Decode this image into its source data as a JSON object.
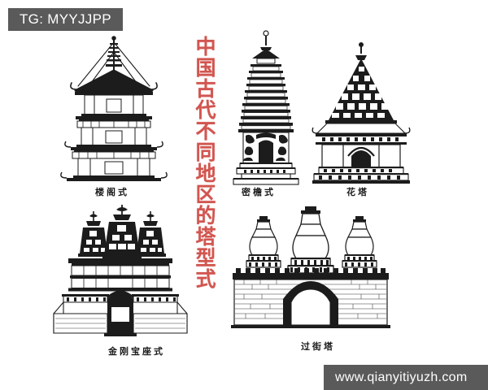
{
  "image": {
    "kind": "scanned-illustration",
    "background_color": "#ffffff",
    "ink_color": "#1c1c1c"
  },
  "title": {
    "text": "中国古代不同地区的塔型式",
    "orientation": "vertical",
    "color": "#d2554f"
  },
  "watermarks": [
    {
      "name": "telegram-watermark",
      "text": "TG: MYYJJPP",
      "position": "top-left",
      "background": "#5a5a5a",
      "color": "#ffffff"
    },
    {
      "name": "site-watermark",
      "text": "www.qianyitiyuzh.com",
      "position": "bottom-right",
      "background": "#5a5a5a",
      "color": "#ffffff"
    }
  ],
  "figures": [
    {
      "id": "louge",
      "caption": "楼阁式",
      "description": "多层楼阁式塔，五层飞檐与平座栏杆，顶有高塔刹",
      "tiers": 5,
      "row": 1,
      "column": 1
    },
    {
      "id": "miyan",
      "caption": "密檐式",
      "description": "密檐塔，塔身雕饰，十一层密叠屋檐，方形须弥座",
      "tiers": 11,
      "row": 1,
      "column": 2
    },
    {
      "id": "huata",
      "caption": "花塔",
      "description": "花塔，锥形塔冠布满佛龛花饰，下为带拱门的塔身与台基",
      "tiers": 1,
      "row": 1,
      "column": 3
    },
    {
      "id": "jingang-baozuo",
      "caption": "金刚宝座式",
      "description": "金刚宝座塔，宽阔台座上立三座锥形密檐小塔，中央设拱门",
      "tiers": 3,
      "row": 2,
      "column": 1
    },
    {
      "id": "guojie",
      "caption": "过街塔",
      "description": "过街塔，砖砌券门之上建三座覆钵式白塔，中塔较高",
      "tiers": 3,
      "row": 2,
      "column": 2
    }
  ]
}
